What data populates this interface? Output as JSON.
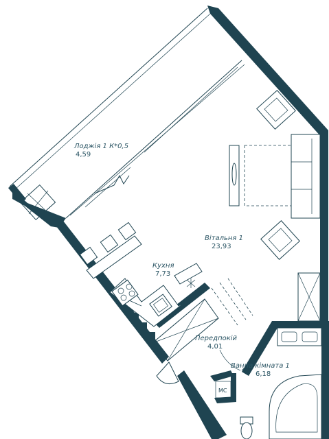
{
  "rooms": [
    {
      "name": "Лоджія 1 К*0,5",
      "area": "4,59"
    },
    {
      "name": "Вітальня 1",
      "area": "23,93"
    },
    {
      "name": "Кухня",
      "area": "7,73"
    },
    {
      "name": "Передпокій",
      "area": "4,01"
    },
    {
      "name": "Ванна кімната 1",
      "area": "6,18"
    }
  ],
  "wc_label": "МС",
  "colors": {
    "wall": "#1f4451",
    "label": "#2b5564",
    "background": "#ffffff"
  }
}
